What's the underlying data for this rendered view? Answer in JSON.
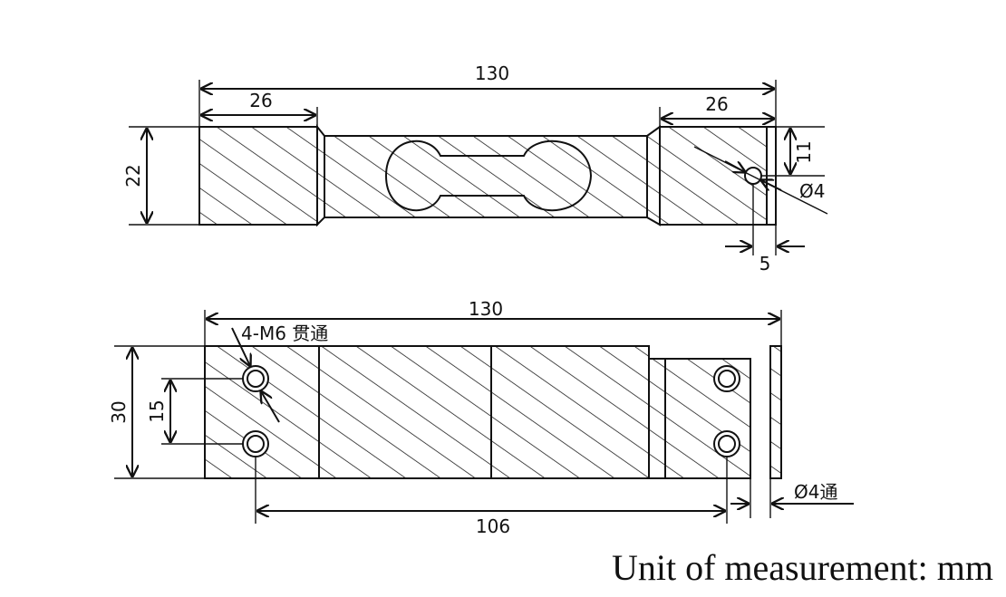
{
  "top_view": {
    "overall_length": "130",
    "left_block_length": "26",
    "right_block_length": "26",
    "height": "22",
    "hole_offset": "11",
    "hole_diameter": "Ø4",
    "hole_edge_distance": "5"
  },
  "side_view": {
    "overall_length": "130",
    "thread_note": "4-M6 贯通",
    "height": "30",
    "hole_spacing_vertical": "15",
    "hole_spacing_horizontal": "106",
    "through_hole": "Ø4通"
  },
  "unit_note": "Unit of measurement: mm",
  "colors": {
    "line": "#111111",
    "background": "#ffffff"
  }
}
